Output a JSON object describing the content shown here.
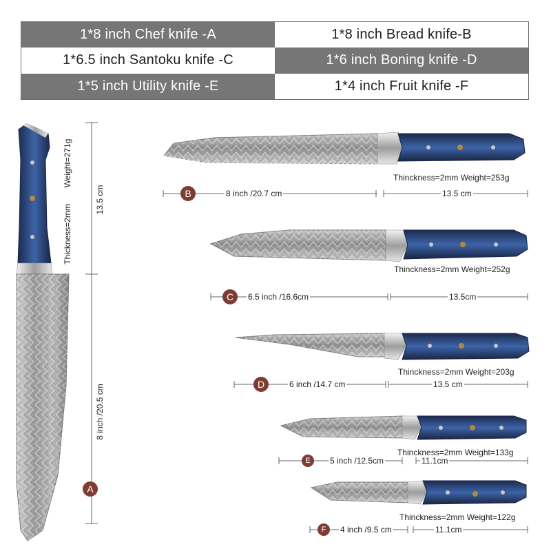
{
  "table": [
    {
      "label": "1*8 inch Chef knife -A",
      "tone": "dark"
    },
    {
      "label": "1*8 inch Bread knife-B",
      "tone": "light"
    },
    {
      "label": "1*6.5 inch Santoku knife -C",
      "tone": "light"
    },
    {
      "label": "1*6 inch Boning knife -D",
      "tone": "dark"
    },
    {
      "label": "1*5 inch Utility knife -E",
      "tone": "dark"
    },
    {
      "label": "1*4 inch Fruit knife -F",
      "tone": "light"
    }
  ],
  "knives": {
    "a": {
      "letter": "A",
      "blade": "8 inch /20.5 cm",
      "handle": "13.5 cm",
      "thickness": "Thickness=2mm",
      "weight": "Weight=271g"
    },
    "b": {
      "letter": "B",
      "blade": "8 inch /20.7 cm",
      "handle": "13.5 cm",
      "specs": "Thinckness=2mm  Weight=253g"
    },
    "c": {
      "letter": "C",
      "blade": "6.5 inch /16.6cm",
      "handle": "13.5cm",
      "specs": "Thinckness=2mm  Weight=252g"
    },
    "d": {
      "letter": "D",
      "blade": "6 inch /14.7 cm",
      "handle": "13.5 cm",
      "specs": "Thinckness=2mm  Weight=203g"
    },
    "e": {
      "letter": "E",
      "blade": "5 inch /12.5cm",
      "handle": "11.1cm",
      "specs": "Thinckness=2mm  Weight=133g"
    },
    "f": {
      "letter": "F",
      "blade": "4 inch /9.5 cm",
      "handle": "11.1cm",
      "specs": "Thinckness=2mm  Weight=122g"
    }
  },
  "colors": {
    "badge": "#7f3c33",
    "handle": "#2f4f86",
    "blade": "#a8a8a8",
    "table_dark": "#767676"
  }
}
